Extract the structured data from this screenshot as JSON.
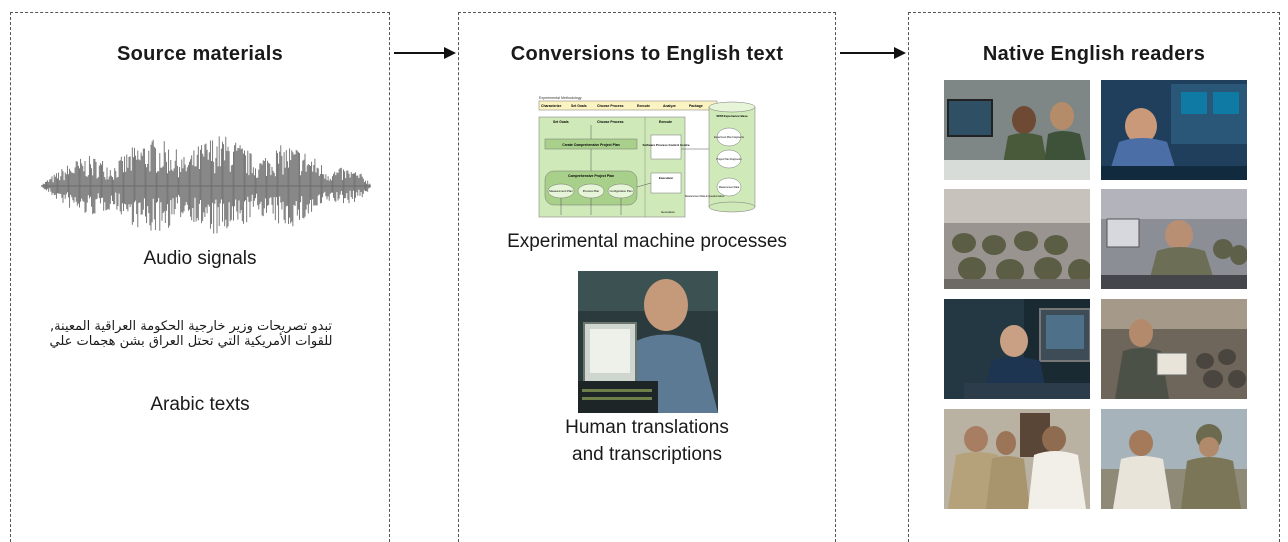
{
  "panels": {
    "source": {
      "title": "Source materials",
      "audio_caption": "Audio signals",
      "arabic_lines": [
        "تبدو تصريحات وزير خارجية الحكومة العراقية المعينة,",
        "للقوات الأمريكية التي تحتل العراق بشن هجمات علي"
      ],
      "arabic_caption": "Arabic texts"
    },
    "conversions": {
      "title": "Conversions to English text",
      "machine_caption": "Experimental machine processes",
      "human_caption_line1": "Human translations",
      "human_caption_line2": "and transcriptions",
      "flowchart": {
        "heading": "Experimental Methodology",
        "steps": [
          "Characterize",
          "Set Goals",
          "Choose Process",
          "Execute",
          "Analyze",
          "Package"
        ],
        "col_headers": [
          "Set Goals",
          "Choose Process",
          "Execute"
        ],
        "create_plan": "Create Comprehensive Project Plan",
        "comprehensive_plan": "Comprehensive Project Plan",
        "plans": [
          "Measurement Plan",
          "Process Plan",
          "Configuration Plan"
        ],
        "control": "Software Process Control Centre",
        "execution": "Execution",
        "generation": "Generation",
        "experience_base": "SPM Experience Base",
        "fragments": [
          "Experiment Plan Fragments",
          "Project Plan Fragments",
          "Measurement Data"
        ],
        "measurement_link": "Measurement Data & Questionnaires"
      }
    },
    "readers": {
      "title": "Native English readers"
    }
  },
  "icons": {
    "arrow1": "right-arrow-icon",
    "arrow2": "right-arrow-icon"
  },
  "colors": {
    "dash": "#555555",
    "wave": "#6a6a6a",
    "flow_green": "#cfe9b8",
    "flow_dark_green": "#a9d08a",
    "flow_yellow": "#fbf4c2"
  }
}
